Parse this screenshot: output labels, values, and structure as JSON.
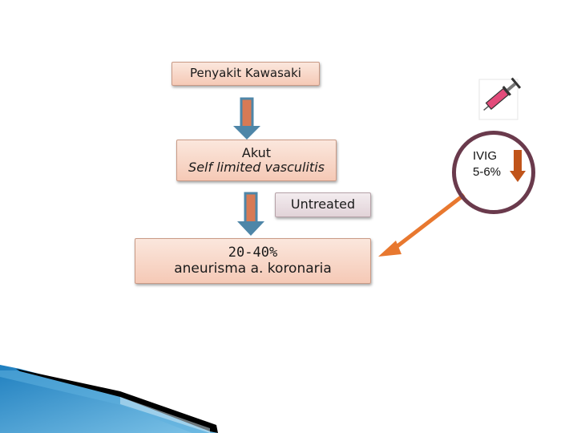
{
  "flow": {
    "node_kawasaki": "Penyakit Kawasaki",
    "node_akut_title": "Akut",
    "node_akut_subtitle": "Self limited vasculitis",
    "node_untreated": "Untreated",
    "node_outcome_percent": "20-40%",
    "node_outcome_text": "aneurisma a. koronaria"
  },
  "treatment": {
    "name": "IVIG",
    "rate": "5-6%",
    "icon": "syringe-icon"
  },
  "colors": {
    "box_fill": "#f5c9b6",
    "down_arrow": "#5a8fb0",
    "treatment_arrow": "#e8782f",
    "circle_border": "#6a3a4c",
    "decrease_arrow": "#c0541a"
  }
}
